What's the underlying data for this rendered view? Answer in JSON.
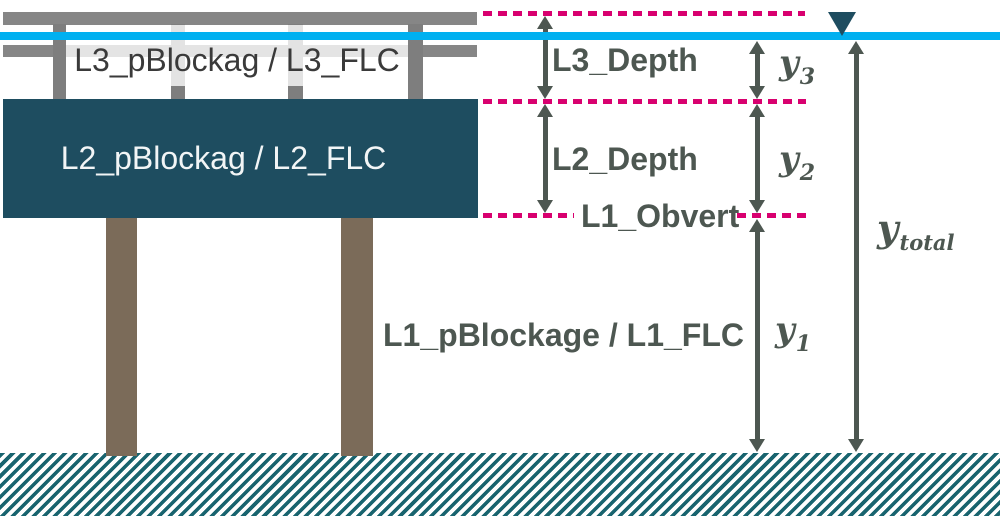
{
  "layers": {
    "l3_label": "L3_pBlockag / L3_FLC",
    "l2_label": "L2_pBlockag / L2_FLC",
    "l1_label": "L1_pBlockage / L1_FLC"
  },
  "annotations": {
    "l3_depth": "L3_Depth",
    "l2_depth": "L2_Depth",
    "l1_obvert": "L1_Obvert",
    "y3": {
      "base": "y",
      "sub": "3"
    },
    "y2": {
      "base": "y",
      "sub": "2"
    },
    "y1": {
      "base": "y",
      "sub": "1"
    },
    "y_total": {
      "base": "y",
      "sub": "total"
    }
  },
  "icons": {
    "water_level_marker": "filled-downward-triangle"
  },
  "colors": {
    "water_line": "#00b0f0",
    "deck_blue": "#1e4d60",
    "dash_magenta": "#d8006f",
    "arrow_gray": "#4d5751",
    "rail_gray": "#868686",
    "pier_brown": "#7b6b59",
    "ground_teal": "#19646f"
  }
}
